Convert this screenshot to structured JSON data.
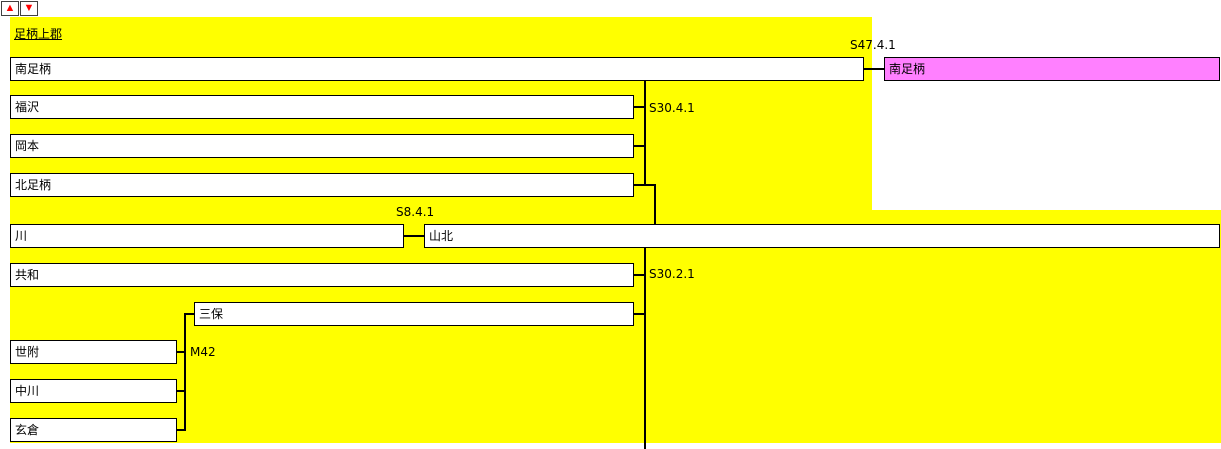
{
  "controls": {
    "up_arrow": "▲",
    "down_arrow": "▼"
  },
  "district": {
    "label": "足柄上郡"
  },
  "colors": {
    "background": "#FFFF00",
    "current_highlight": "#FF80FF",
    "box_fill": "#FFFFFF",
    "line": "#000000",
    "arrow": "#FF0000"
  },
  "nodes": {
    "minamiashigara_town": {
      "label": "南足柄"
    },
    "minamiashigara_city": {
      "label": "南足柄"
    },
    "fukuzawa": {
      "label": "福沢"
    },
    "okamoto": {
      "label": "岡本"
    },
    "kitaashigara": {
      "label": "北足柄"
    },
    "kawa": {
      "label": "川"
    },
    "yamakita": {
      "label": "山北"
    },
    "kyowa": {
      "label": "共和"
    },
    "miho": {
      "label": "三保"
    },
    "yotsuku": {
      "label": "世附"
    },
    "nakagawa": {
      "label": "中川"
    },
    "kurokura": {
      "label": "玄倉"
    }
  },
  "dates": {
    "s47_4_1": "S47.4.1",
    "s30_4_1": "S30.4.1",
    "s8_4_1": "S8.4.1",
    "s30_2_1": "S30.2.1",
    "m42": "M42"
  }
}
